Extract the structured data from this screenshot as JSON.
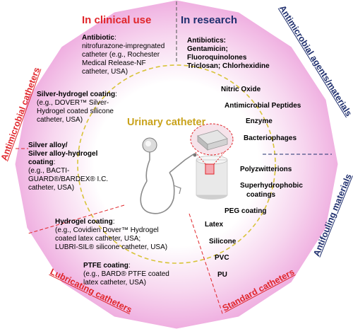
{
  "colors": {
    "red": "#e0262b",
    "navy": "#1f2f6e",
    "center_title": "#c9a21b",
    "pink_glow": "#f2b8e2"
  },
  "headers": {
    "clinical": "In clinical use",
    "research": "In research"
  },
  "center_label": "Urinary catheter",
  "sectors": {
    "antimicrobial_catheters": "Antimicrobial catheters",
    "antimicrobial_agents": "Antimicrobial agents/materials",
    "antifouling_materials": "Antifouling materials",
    "standard_catheters": "Standard catheters",
    "lubricating_catheters": "Lubricating catheters"
  },
  "clinical_items": {
    "antibiotic": {
      "title": "Antibiotic",
      "lines": [
        "nitrofurazone-impregnated",
        "catheter (e.g., Rochester",
        "Medical Release-NF",
        "catheter, USA)"
      ]
    },
    "silver_hydrogel": {
      "title": "Silver-hydrogel coating",
      "lines": [
        "(e.g., DOVER™ Silver-",
        "Hydrogel coated silicone",
        "catheter, USA)"
      ]
    },
    "silver_alloy": {
      "title_line1": "Silver alloy/",
      "title_line2": "Silver alloy-hydrogel",
      "title_line3": "coating",
      "lines": [
        "(e.g., BACTI-",
        "GUARD®/BARDEX® I.C.",
        "catheter, USA)"
      ]
    },
    "hydrogel": {
      "title": "Hydrogel coating",
      "lines": [
        "(e.g., Covidien Dover™ Hydrogel",
        "coated latex catheter, USA;",
        "LUBRI-SIL® silicone catheter, USA)"
      ]
    },
    "ptfe": {
      "title": "PTFE coating",
      "lines": [
        "(e.g., BARD® PTFE coated",
        "latex catheter, USA)"
      ]
    }
  },
  "research_items": {
    "antibiotics_title": "Antibiotics",
    "antibiotics_lines": [
      "Gentamicin;",
      "Fluoroquinolones",
      "Triclosan; Chlorhexidine"
    ],
    "agents": [
      "Nitric Oxide",
      "Antimicrobial Peptides",
      "Enzyme",
      "Bacteriophages"
    ],
    "antifouling": [
      "Polyzwitterions",
      "Superhydrophobic",
      "coatings",
      "PEG coating"
    ],
    "standard": [
      "Latex",
      "Silicone",
      "PVC",
      "PU"
    ]
  }
}
